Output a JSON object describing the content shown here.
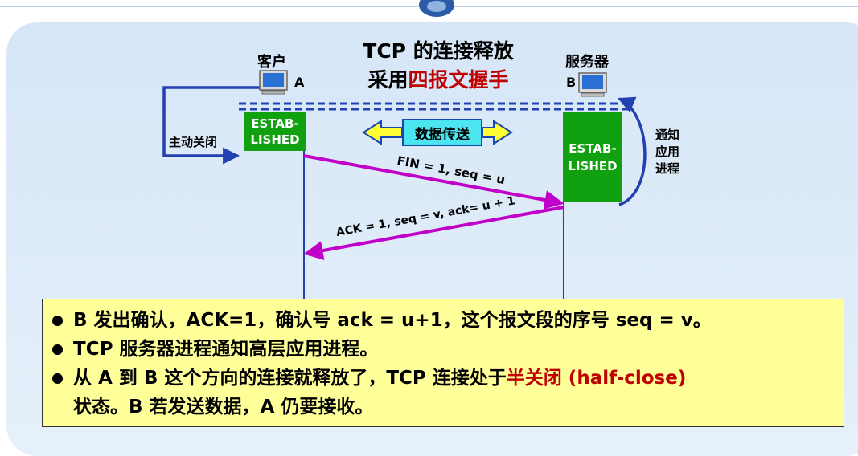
{
  "title": {
    "line1": "TCP 的连接释放",
    "line2_prefix": "采用",
    "line2_highlight": "四报文握手"
  },
  "client": {
    "name": "客户",
    "id": "A"
  },
  "server": {
    "name": "服务器",
    "id": "B"
  },
  "states": {
    "client_state": "ESTAB-\nLISHED",
    "server_state": "ESTAB-\nLISHED"
  },
  "labels": {
    "active_close": "主动关闭",
    "data_transfer": "数据传送",
    "notify_app": "通知\n应用\n进程",
    "fin": "FIN = 1, seq = u",
    "ack": "ACK = 1, seq = v, ack= u + 1"
  },
  "bullets": [
    {
      "text": "B 发出确认，ACK=1，确认号 ack = u+1，这个报文段的序号 seq = v。"
    },
    {
      "text": "TCP 服务器进程通知高层应用进程。"
    },
    {
      "prefix": "从 A 到 B 这个方向的连接就释放了，TCP 连接处于",
      "highlight": "半关闭 (half-close)",
      "suffix": "",
      "line2": "状态。B 若发送数据，A 仍要接收。"
    }
  ],
  "colors": {
    "accent_red": "#c00000",
    "green": "#10a010",
    "magenta": "#c000c8",
    "blue": "#2340b0"
  },
  "icons": [
    "computer-icon",
    "globe-logo-icon"
  ]
}
